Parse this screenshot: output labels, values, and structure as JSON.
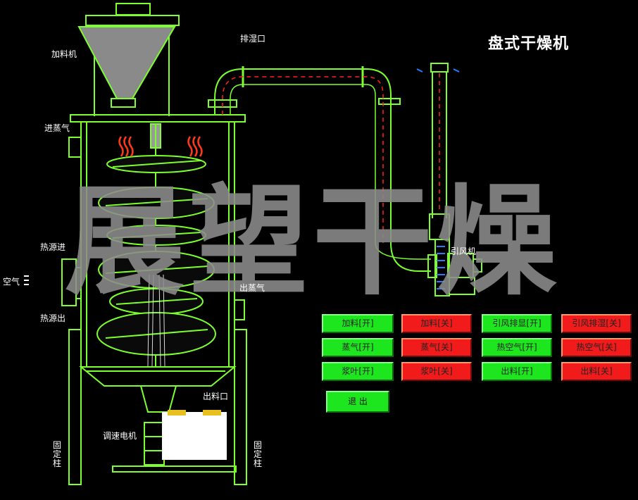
{
  "title": "盘式干燥机",
  "watermark": "展望干燥",
  "labels": {
    "feeder": "加料机",
    "exhaust": "排湿口",
    "steam_in": "进蒸气",
    "heat_in": "热源进",
    "air": "空气",
    "heat_out": "热源出",
    "steam_out": "出蒸气",
    "fan": "引风机",
    "discharge": "出料口",
    "motor": "调速电机",
    "column_left": "固定柱",
    "column_right": "固定柱"
  },
  "buttons": [
    {
      "id": "feed-on",
      "label": "加料[开]",
      "state": "on"
    },
    {
      "id": "feed-off",
      "label": "加料[关]",
      "state": "off"
    },
    {
      "id": "fan-exhaust-on",
      "label": "引风排显[开]",
      "state": "on"
    },
    {
      "id": "fan-exhaust-off",
      "label": "引风排湿[关]",
      "state": "off"
    },
    {
      "id": "steam-on",
      "label": "蒸气[开]",
      "state": "on"
    },
    {
      "id": "steam-off",
      "label": "蒸气[关]",
      "state": "off"
    },
    {
      "id": "hot-air-on",
      "label": "热空气[开]",
      "state": "on"
    },
    {
      "id": "hot-air-off",
      "label": "热空气[关]",
      "state": "off"
    },
    {
      "id": "paddle-on",
      "label": "浆叶[开]",
      "state": "on"
    },
    {
      "id": "paddle-off",
      "label": "浆叶[关]",
      "state": "off"
    },
    {
      "id": "discharge-on",
      "label": "出料[开]",
      "state": "on"
    },
    {
      "id": "discharge-off",
      "label": "出料[关]",
      "state": "off"
    }
  ],
  "exit_label": "退 出",
  "colors": {
    "frame": "#7cff2e",
    "on": "#1ee61e",
    "off": "#f21b1b",
    "duct_inner": "#ff2020"
  }
}
